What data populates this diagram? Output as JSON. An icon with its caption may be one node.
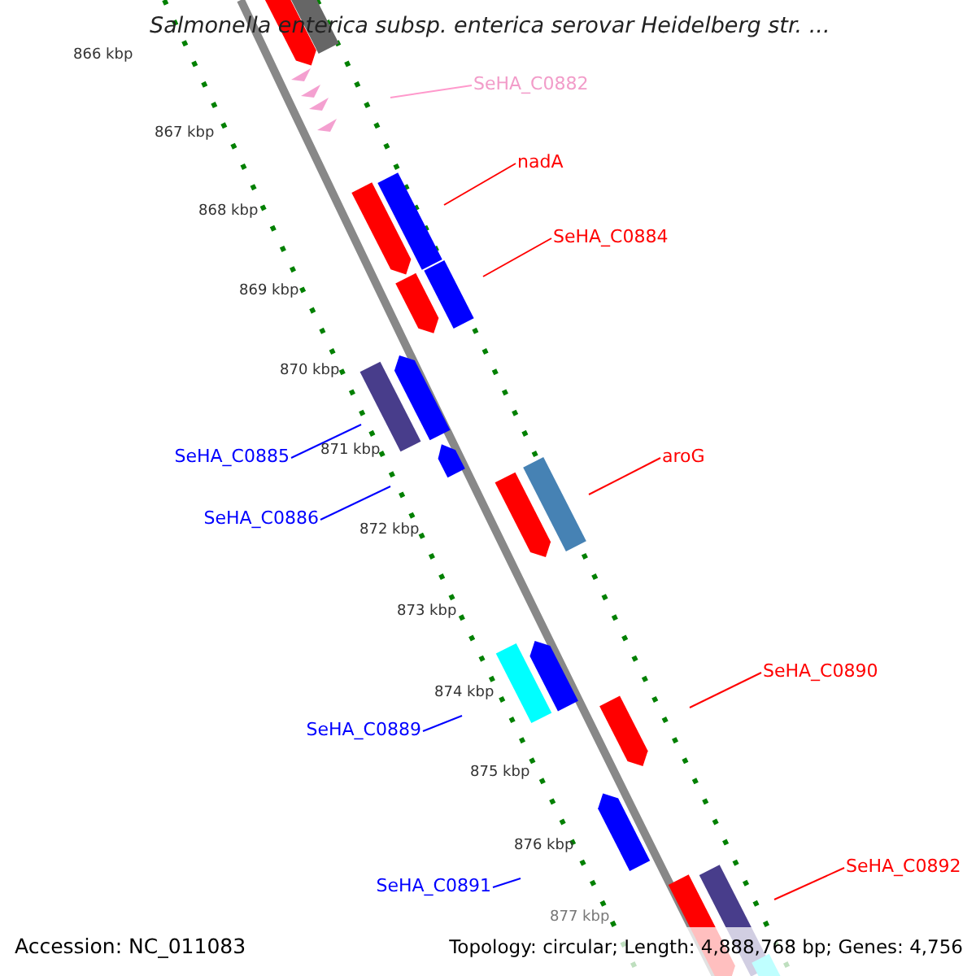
{
  "diagram": {
    "title": "Salmonella enterica subsp. enterica serovar Heidelberg str. ...",
    "nodes": [
      {
        "text": [
          "SeHA_C0882"
        ]
      },
      {
        "text": [
          "nadA"
        ]
      },
      {
        "text": [
          "SeHA_C0884"
        ]
      },
      {
        "text": [
          "SeHA_C0885"
        ]
      },
      {
        "text": [
          "SeHA_C0886"
        ]
      },
      {
        "text": [
          "aroG"
        ]
      },
      {
        "text": [
          "SeHA_C0889"
        ]
      },
      {
        "text": [
          "SeHA_C0890"
        ]
      },
      {
        "text": [
          "SeHA_C0891"
        ]
      },
      {
        "text": [
          "SeHA_C0892"
        ]
      }
    ],
    "edges": [
      {
        "from": 0,
        "to": null,
        "arrow": "none",
        "color": "#ff99cc"
      },
      {
        "from": 1,
        "to": null,
        "arrow": "none"
      },
      {
        "from": 2,
        "to": null,
        "arrow": "none"
      },
      {
        "from": 3,
        "to": null,
        "arrow": "none",
        "color": "#0000ff"
      },
      {
        "from": 4,
        "to": null,
        "arrow": "none",
        "color": "#0000ff"
      },
      {
        "from": 5,
        "to": null,
        "arrow": "none"
      },
      {
        "from": 6,
        "to": null,
        "arrow": "none",
        "color": "#0000ff"
      },
      {
        "from": 7,
        "to": null,
        "arrow": "none"
      },
      {
        "from": 8,
        "to": null,
        "arrow": "none",
        "color": "#0000ff"
      },
      {
        "from": 9,
        "to": null,
        "arrow": "none"
      }
    ],
    "labels": [
      "866 kbp",
      "867 kbp",
      "868 kbp",
      "869 kbp",
      "870 kbp",
      "871 kbp",
      "872 kbp",
      "873 kbp",
      "874 kbp",
      "875 kbp",
      "876 kbp",
      "877 kbp",
      "Accession: NC_011083",
      "Topology: circular; Length: 4,888,768 bp; Genes: 4,756"
    ]
  }
}
